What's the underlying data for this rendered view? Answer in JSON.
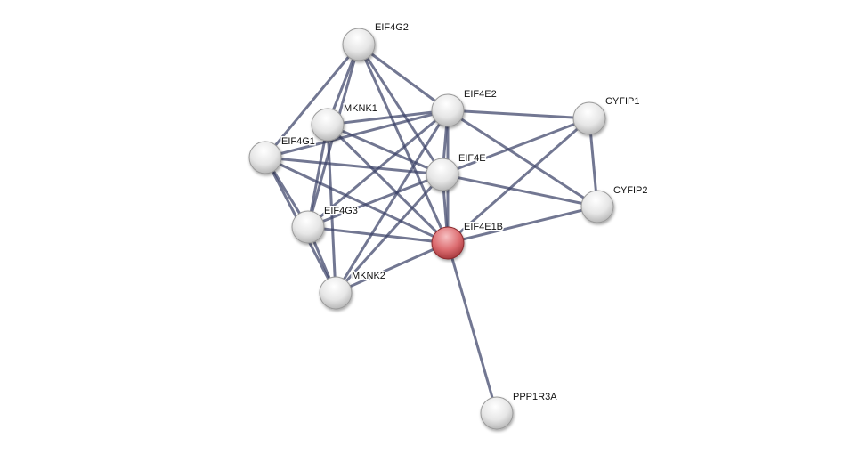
{
  "network": {
    "query_color": "#d9545a",
    "node_color": "#e8e8e8",
    "edge_color": "#3b4368",
    "nodes": [
      {
        "id": "EIF4G2",
        "label": "EIF4G2",
        "query": false
      },
      {
        "id": "MKNK1",
        "label": "MKNK1",
        "query": false
      },
      {
        "id": "EIF4E2",
        "label": "EIF4E2",
        "query": false
      },
      {
        "id": "CYFIP1",
        "label": "CYFIP1",
        "query": false
      },
      {
        "id": "EIF4G1",
        "label": "EIF4G1",
        "query": false
      },
      {
        "id": "EIF4E",
        "label": "EIF4E",
        "query": false
      },
      {
        "id": "CYFIP2",
        "label": "CYFIP2",
        "query": false
      },
      {
        "id": "EIF4G3",
        "label": "EIF4G3",
        "query": false
      },
      {
        "id": "EIF4E1B",
        "label": "EIF4E1B",
        "query": true
      },
      {
        "id": "MKNK2",
        "label": "MKNK2",
        "query": false
      },
      {
        "id": "PPP1R3A",
        "label": "PPP1R3A",
        "query": false
      }
    ],
    "edges": [
      [
        "EIF4G2",
        "EIF4G1"
      ],
      [
        "EIF4G2",
        "MKNK1"
      ],
      [
        "EIF4G2",
        "EIF4G3"
      ],
      [
        "EIF4G2",
        "EIF4E2"
      ],
      [
        "EIF4G2",
        "EIF4E"
      ],
      [
        "EIF4G2",
        "EIF4E1B"
      ],
      [
        "MKNK1",
        "EIF4E2"
      ],
      [
        "MKNK1",
        "EIF4E"
      ],
      [
        "MKNK1",
        "EIF4E1B"
      ],
      [
        "MKNK1",
        "MKNK2"
      ],
      [
        "MKNK1",
        "EIF4G3"
      ],
      [
        "EIF4G1",
        "EIF4E2"
      ],
      [
        "EIF4G1",
        "EIF4E"
      ],
      [
        "EIF4G1",
        "EIF4E1B"
      ],
      [
        "EIF4G1",
        "EIF4G3"
      ],
      [
        "EIF4G1",
        "MKNK2"
      ],
      [
        "EIF4E2",
        "EIF4G3"
      ],
      [
        "EIF4E2",
        "MKNK2"
      ],
      [
        "EIF4E2",
        "EIF4E"
      ],
      [
        "EIF4E2",
        "EIF4E1B"
      ],
      [
        "EIF4E2",
        "CYFIP1"
      ],
      [
        "EIF4E2",
        "CYFIP2"
      ],
      [
        "EIF4E",
        "EIF4G3"
      ],
      [
        "EIF4E",
        "MKNK2"
      ],
      [
        "EIF4E",
        "EIF4E1B"
      ],
      [
        "EIF4E",
        "CYFIP1"
      ],
      [
        "EIF4E",
        "CYFIP2"
      ],
      [
        "EIF4G3",
        "EIF4E1B"
      ],
      [
        "EIF4G3",
        "MKNK2"
      ],
      [
        "MKNK2",
        "EIF4E1B"
      ],
      [
        "EIF4E1B",
        "CYFIP1"
      ],
      [
        "EIF4E1B",
        "CYFIP2"
      ],
      [
        "EIF4E1B",
        "PPP1R3A"
      ],
      [
        "CYFIP1",
        "CYFIP2"
      ]
    ]
  }
}
